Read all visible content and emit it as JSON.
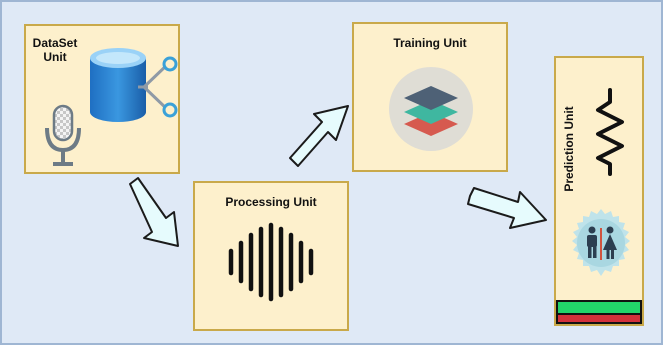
{
  "units": {
    "dataset": {
      "title_line1": "DataSet",
      "title_line2": "Unit"
    },
    "processing": {
      "title": "Processing Unit"
    },
    "training": {
      "title": "Training Unit"
    },
    "prediction": {
      "title": "Prediction Unit"
    }
  },
  "icons": {
    "dataset": [
      "database-icon",
      "network-nodes-icon",
      "microphone-icon"
    ],
    "processing": [
      "sound-wave-icon"
    ],
    "training": [
      "layers-stack-icon"
    ],
    "prediction": [
      "waveform-signal-icon",
      "male-female-icon"
    ]
  },
  "colors": {
    "background": "#dfe9f6",
    "box_fill": "#fdf0cc",
    "box_border": "#c9a94a",
    "arrow_fill": "#e6fbfd",
    "bar_green": "#22d46a",
    "bar_red": "#d3303a"
  }
}
